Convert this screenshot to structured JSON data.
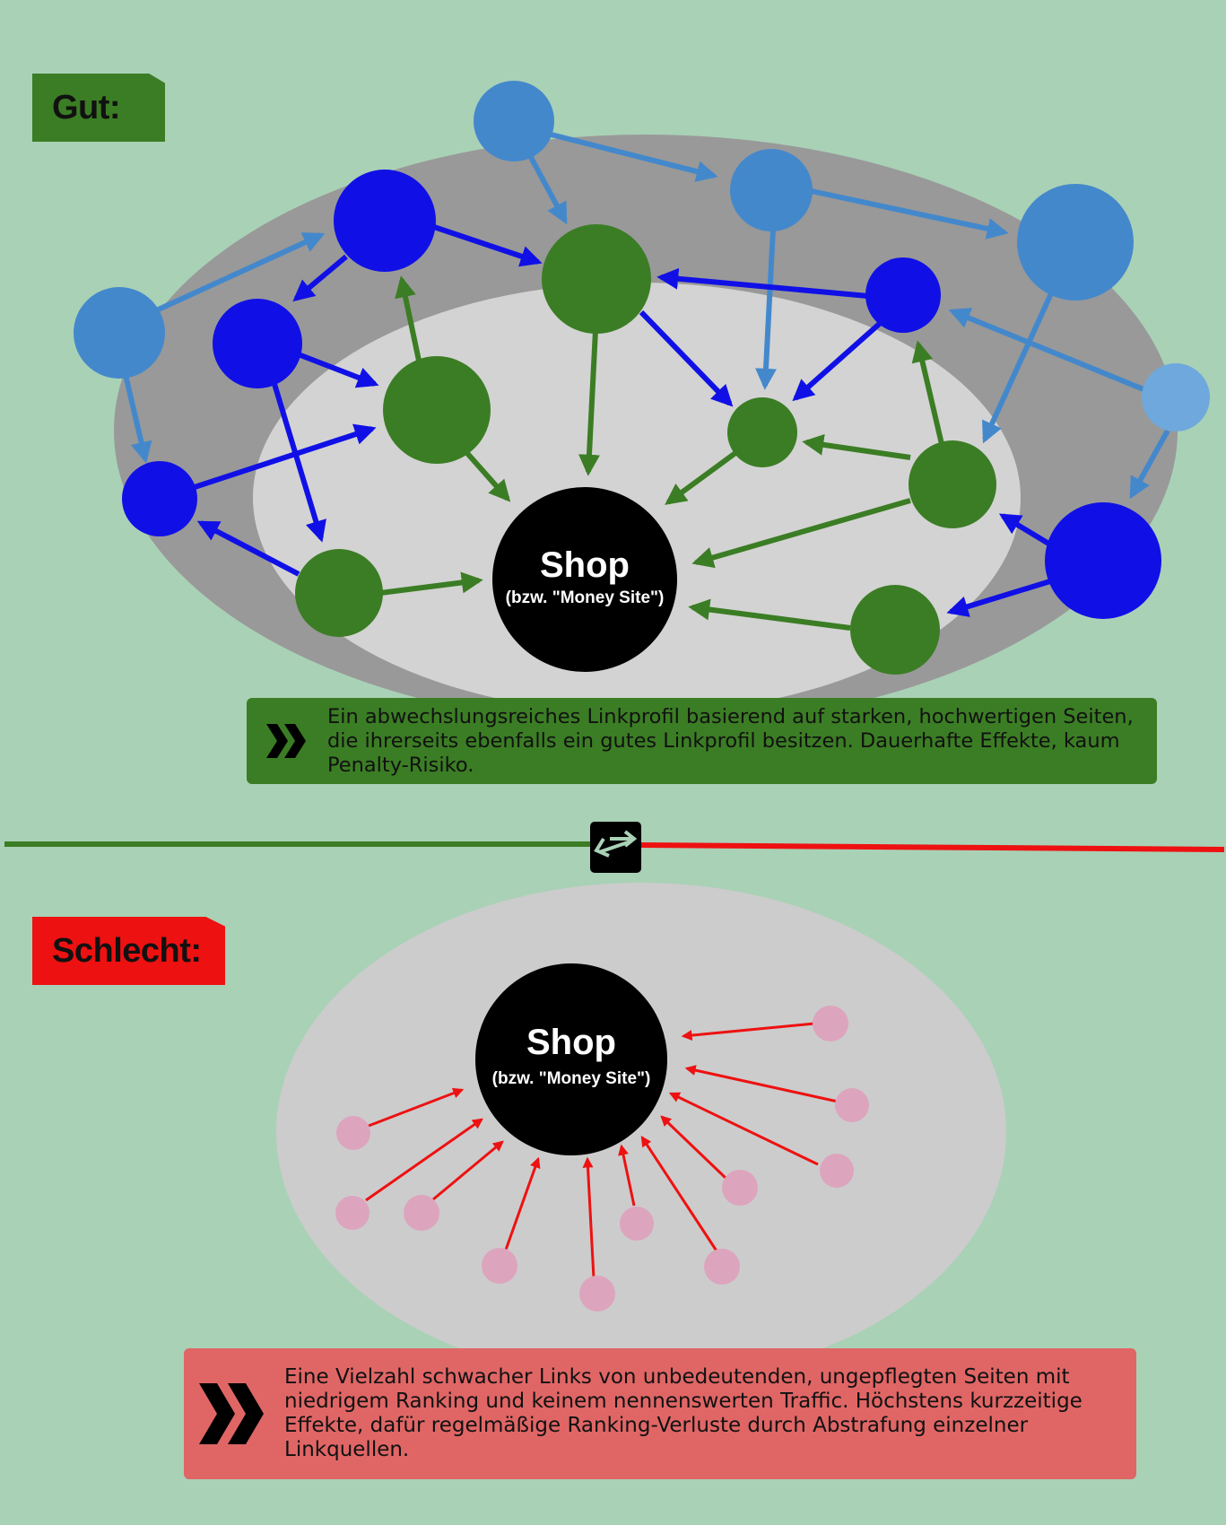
{
  "good": {
    "label": "Gut:",
    "shop_title": "Shop",
    "shop_subtitle": "(bzw. \"Money Site\")",
    "description": "Ein abwechslungsreiches Linkprofil basierend auf starken, hochwertigen Seiten, die ihrerseits ebenfalls ein gutes Linkprofil besitzen. Dauerhafte Effekte, kaum Penalty-Risiko."
  },
  "bad": {
    "label": "Schlecht:",
    "shop_title": "Shop",
    "shop_subtitle": "(bzw. \"Money Site\")",
    "description": "Eine Vielzahl schwacher Links von unbedeutenden, ungepflegten Seiten mit niedrigem Ranking und keinem nennenswerten Traffic. Höchstens kurzzeitige Effekte, dafür regelmäßige Ranking-Verluste durch Abstrafung einzelner Linkquellen."
  },
  "divider": {
    "left_color": "#3b7d24",
    "right_color": "#ee1111",
    "icon": "swap-arrows-icon"
  },
  "colors": {
    "background": "#a9d1b6",
    "outer_ring": "#999999",
    "inner_ring": "#d3d3d3",
    "shop": "#000000",
    "tier1_green": "#3b7d24",
    "tier2_blue": "#1010e6",
    "tier3_lightblue": "#4488cc",
    "tier3_paleblue": "#6fa8dc",
    "weak_link_pink": "#dda4be",
    "weak_arrow_red": "#ee1111"
  },
  "icons": {
    "good_description": "double-chevron-icon",
    "bad_description": "double-chevron-icon"
  }
}
